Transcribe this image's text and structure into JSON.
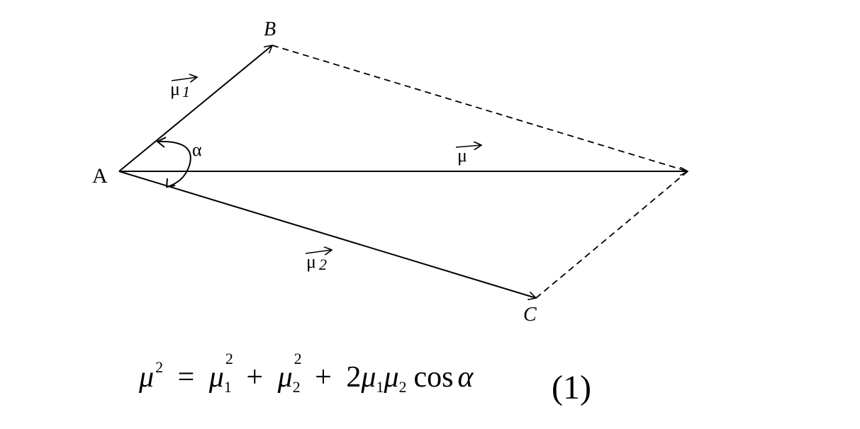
{
  "diagram": {
    "points": {
      "a": "A",
      "b": "B",
      "c": "C"
    },
    "vectors": {
      "mu1": {
        "symbol": "μ",
        "index": "1"
      },
      "mu2": {
        "symbol": "μ",
        "index": "2"
      },
      "mu": {
        "symbol": "μ"
      }
    },
    "angle": "α"
  },
  "equation": {
    "lhs": "μ",
    "lhs_exp": "2",
    "eq": "=",
    "t1": "μ",
    "t1_sub": "1",
    "t1_exp": "2",
    "plus1": "+",
    "t2": "μ",
    "t2_sub": "2",
    "t2_exp": "2",
    "plus2": "+",
    "coef": "2",
    "t3": "μ",
    "t3_sub": "1",
    "t4": "μ",
    "t4_sub": "2",
    "func": "cos",
    "arg": "α",
    "number": "(1)"
  }
}
